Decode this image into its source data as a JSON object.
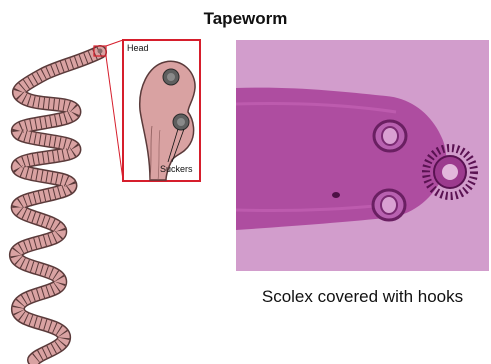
{
  "title": "Tapeworm",
  "inset": {
    "head_label": "Head",
    "suckers_label": "Suckers"
  },
  "photo": {
    "caption": "Scolex covered with hooks"
  },
  "colors": {
    "worm_fill": "#d9a2a2",
    "worm_stroke": "#5a3a3a",
    "inset_border": "#d61e2c",
    "photo_bg": "#c88fc4",
    "scolex_tissue": "#a83f98"
  }
}
